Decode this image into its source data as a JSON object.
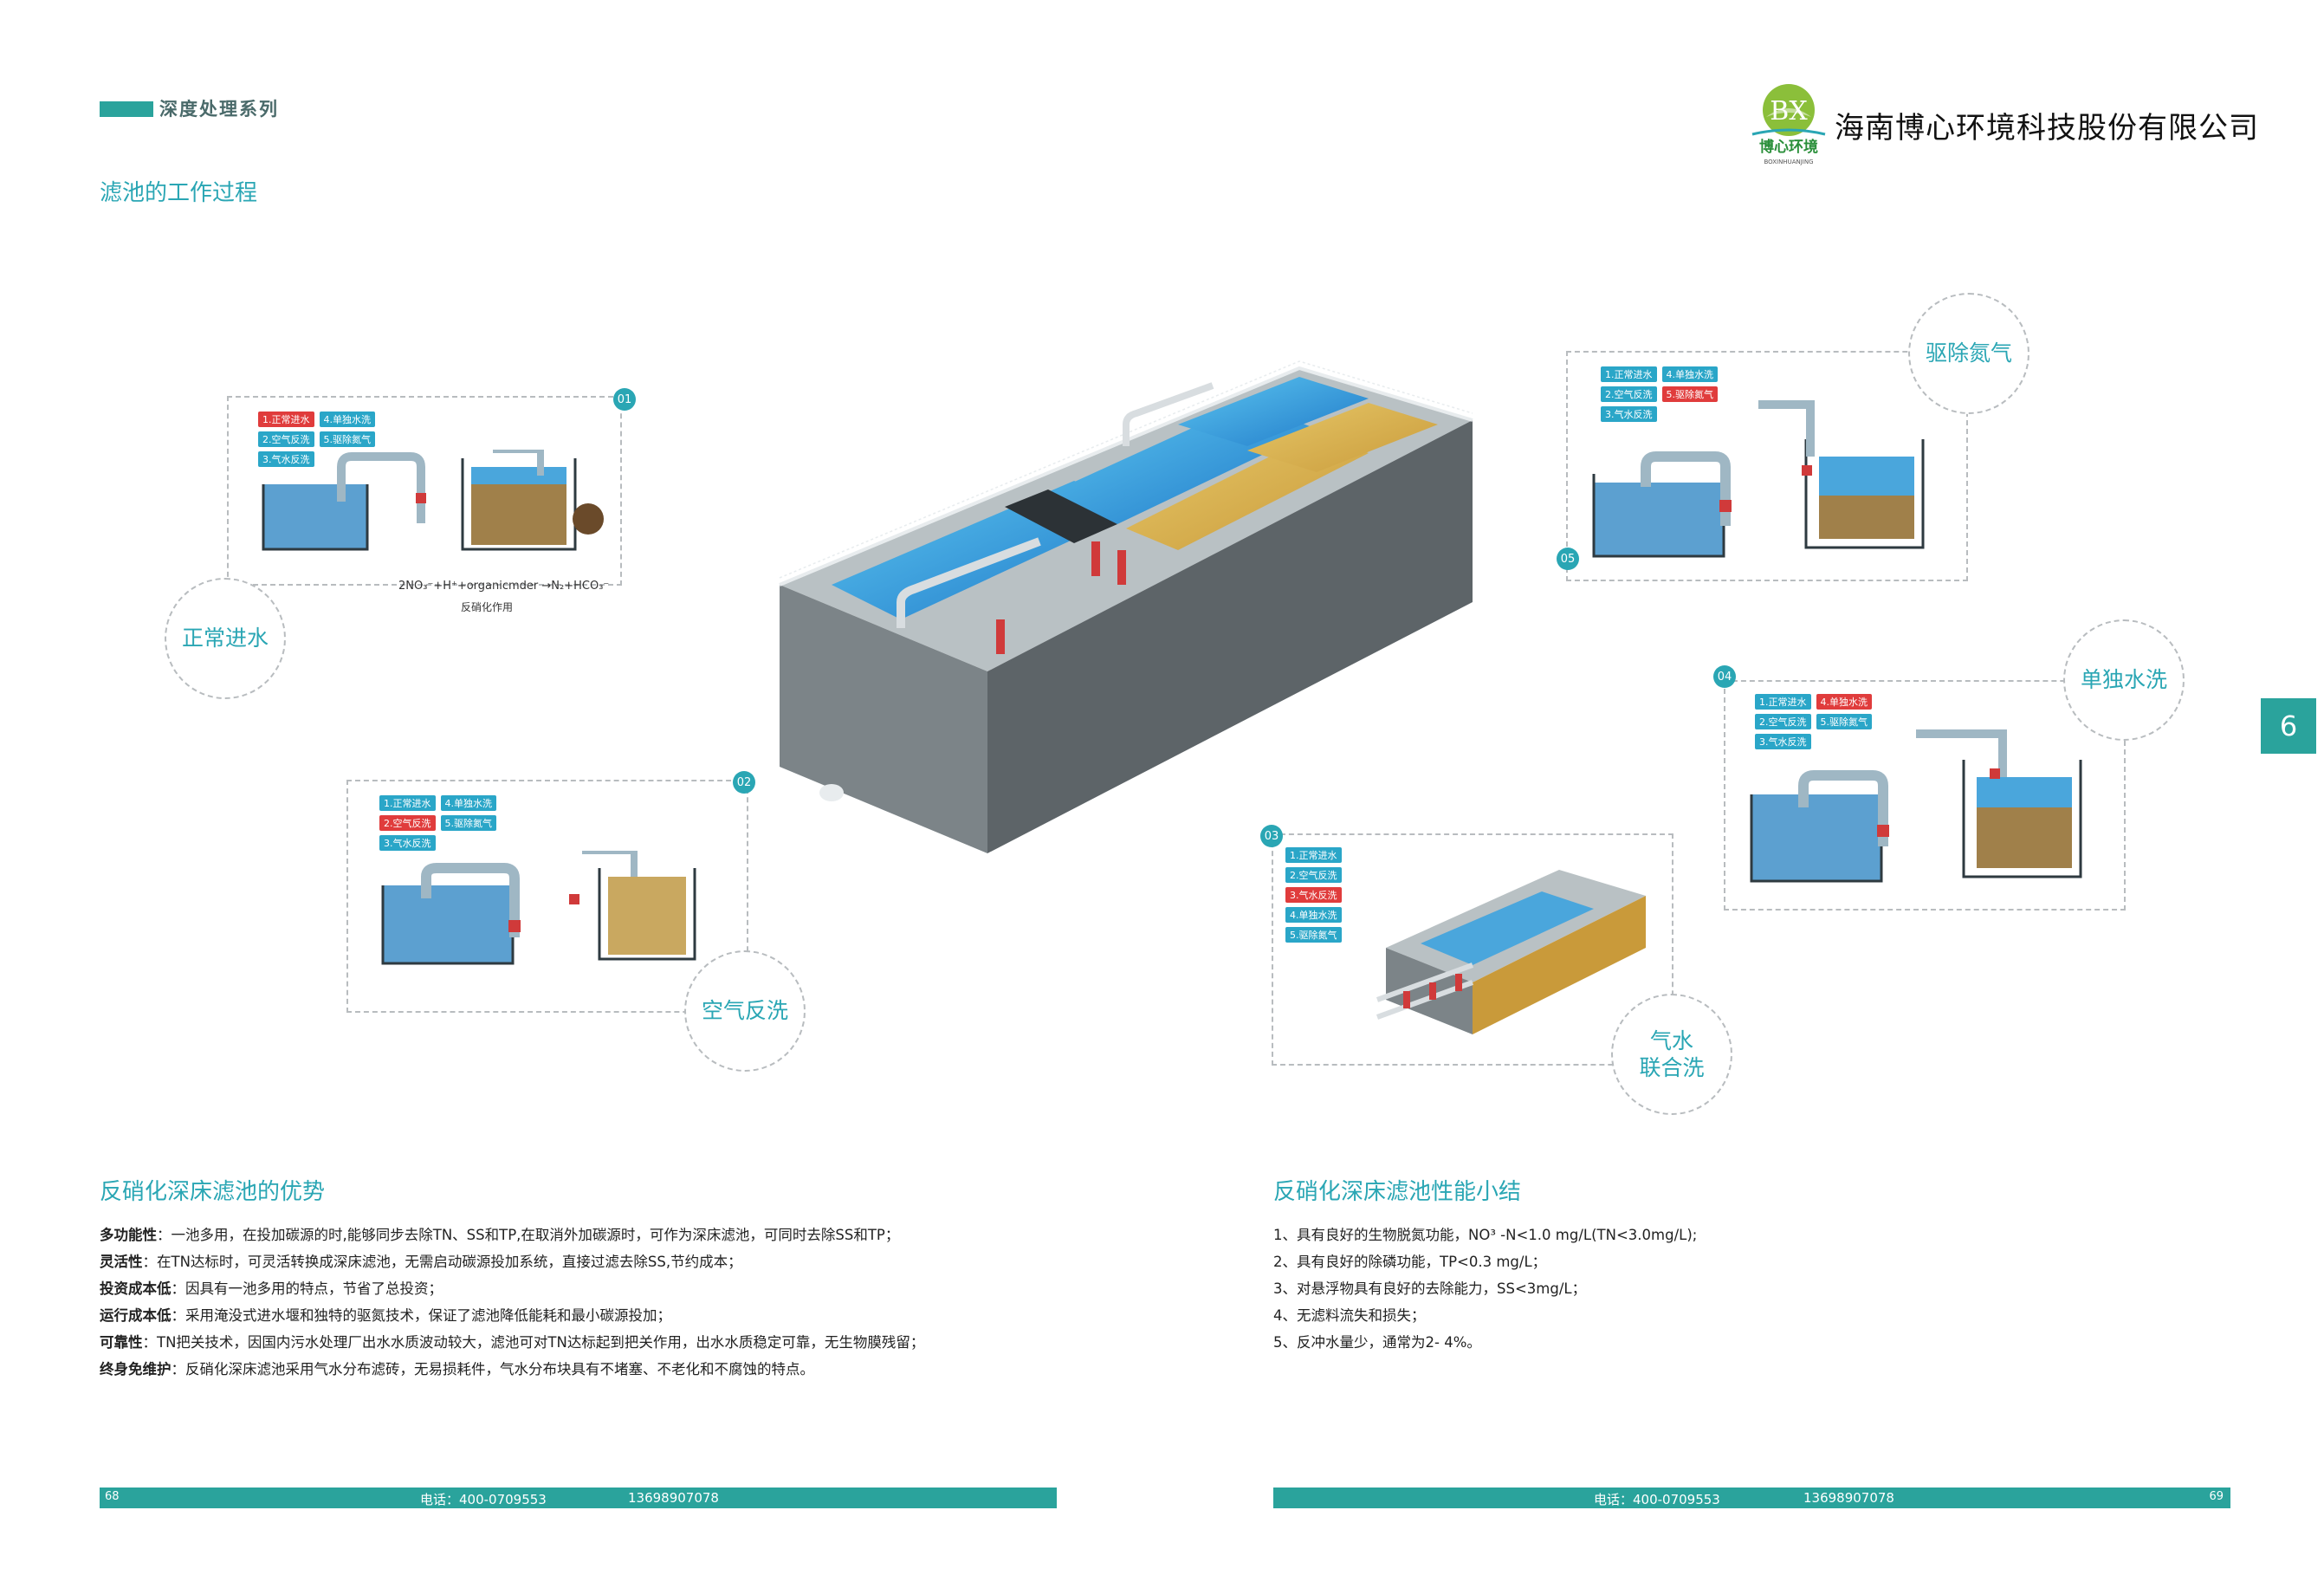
{
  "header": {
    "series": "深度处理系列",
    "company": "海南博心环境科技股份有限公司",
    "logo": {
      "monogram": "BX",
      "cn": "博心环境",
      "en": "BOXINHUANJING"
    }
  },
  "side_tab": "6",
  "section_process": {
    "title": "滤池的工作过程"
  },
  "steps": {
    "legend": {
      "t1": "1.正常进水",
      "t2": "2.空气反洗",
      "t3": "3.气水反洗",
      "t4": "4.单独水洗",
      "t5": "5.驱除氮气"
    },
    "s1": {
      "num": "01",
      "label": "正常进水",
      "formula": "2NO₃⁻+H⁺+organicmder →N₂+HCO₃⁻",
      "note": "反硝化作用"
    },
    "s2": {
      "num": "02",
      "label": "空气反洗"
    },
    "s3": {
      "num": "03",
      "label_l1": "气水",
      "label_l2": "联合洗"
    },
    "s4": {
      "num": "04",
      "label": "单独水洗"
    },
    "s5": {
      "num": "05",
      "label": "驱除氮气"
    }
  },
  "advantages": {
    "title": "反硝化深床滤池的优势",
    "items": [
      {
        "term": "多功能性",
        "text": "：一池多用，在投加碳源的时,能够同步去除TN、SS和TP,在取消外加碳源时，可作为深床滤池，可同时去除SS和TP；"
      },
      {
        "term": "灵活性",
        "text": "：在TN达标时，可灵活转换成深床滤池，无需启动碳源投加系统，直接过滤去除SS,节约成本；"
      },
      {
        "term": "投资成本低",
        "text": "：因具有一池多用的特点，节省了总投资；"
      },
      {
        "term": "运行成本低",
        "text": "：采用淹没式进水堰和独特的驱氮技术，保证了滤池降低能耗和最小碳源投加；"
      },
      {
        "term": "可靠性",
        "text": "：TN把关技术，因国内污水处理厂出水水质波动较大，滤池可对TN达标起到把关作用，出水水质稳定可靠，无生物膜残留；"
      },
      {
        "term": "终身免维护",
        "text": "：反硝化深床滤池采用气水分布滤砖，无易损耗件，气水分布块具有不堵塞、不老化和不腐蚀的特点。"
      }
    ]
  },
  "summary": {
    "title": "反硝化深床滤池性能小结",
    "items": [
      "1、具有良好的生物脱氮功能，NO³ -N<1.0 mg/L(TN<3.0mg/L);",
      "2、具有良好的除磷功能，TP<0.3 mg/L；",
      "3、对悬浮物具有良好的去除能力，SS<3mg/L；",
      "4、无滤料流失和损失；",
      "5、反冲水量少，通常为2- 4%。"
    ]
  },
  "footer": {
    "left_page": "68",
    "right_page": "69",
    "phone_label": "电话：400-0709553",
    "mobile": "13698907078"
  }
}
